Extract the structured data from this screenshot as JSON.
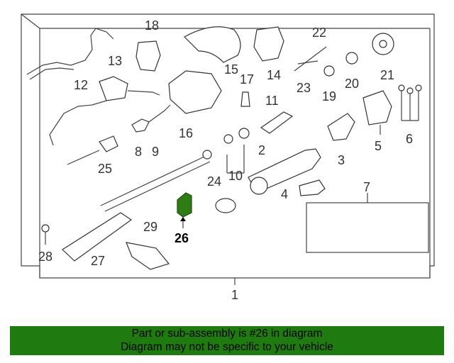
{
  "diagram": {
    "highlight_color": "#2e7d14",
    "callouts": {
      "c1": "1",
      "c2": "2",
      "c3": "3",
      "c4": "4",
      "c5": "5",
      "c6": "6",
      "c7": "7",
      "c8": "8",
      "c9": "9",
      "c10": "10",
      "c11": "11",
      "c12": "12",
      "c13": "13",
      "c14": "14",
      "c15": "15",
      "c16": "16",
      "c17": "17",
      "c18": "18",
      "c19": "19",
      "c20": "20",
      "c21": "21",
      "c22": "22",
      "c23": "23",
      "c24": "24",
      "c25": "25",
      "c26": "26",
      "c27": "27",
      "c28": "28",
      "c29": "29"
    }
  },
  "banner": {
    "background": "#1f7a0f",
    "line1": "Part or sub-assembly is #26 in diagram",
    "line2": "Diagram may not be specific to your vehicle"
  }
}
